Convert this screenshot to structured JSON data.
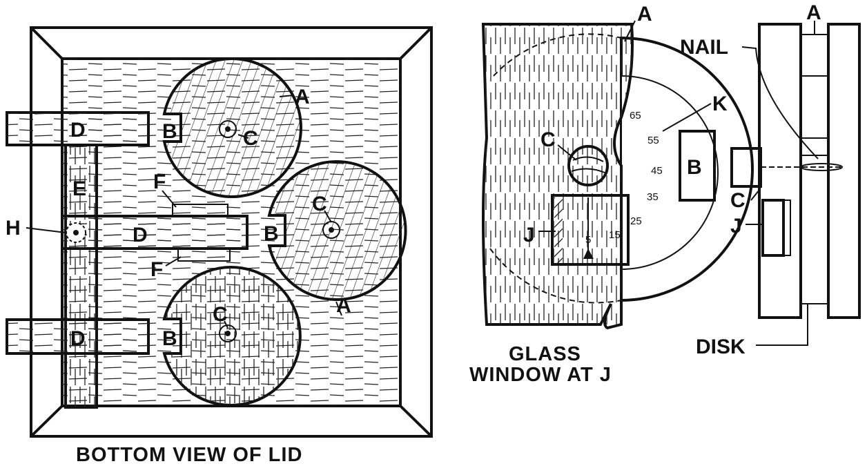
{
  "views": {
    "bottom_view": {
      "caption": "BOTTOM VIEW OF LID",
      "labels": {
        "A_top": "A",
        "A_bottom": "A",
        "B1": "B",
        "B2": "B",
        "B3": "B",
        "C1": "C",
        "C2": "C",
        "C3": "C",
        "D1": "D",
        "D2": "D",
        "D3": "D",
        "E": "E",
        "F1": "F",
        "F2": "F",
        "H": "H"
      }
    },
    "dial_view": {
      "caption_line1": "GLASS",
      "caption_line2": "WINDOW AT J",
      "labels": {
        "A": "A",
        "B": "B",
        "C": "C",
        "J": "J",
        "K": "K"
      },
      "dial_numbers": [
        "65",
        "55",
        "45",
        "35",
        "25",
        "15",
        "5"
      ]
    },
    "section_view": {
      "labels": {
        "A": "A",
        "NAIL": "NAIL",
        "C": "C",
        "J": "J",
        "DISK": "DISK"
      }
    }
  }
}
